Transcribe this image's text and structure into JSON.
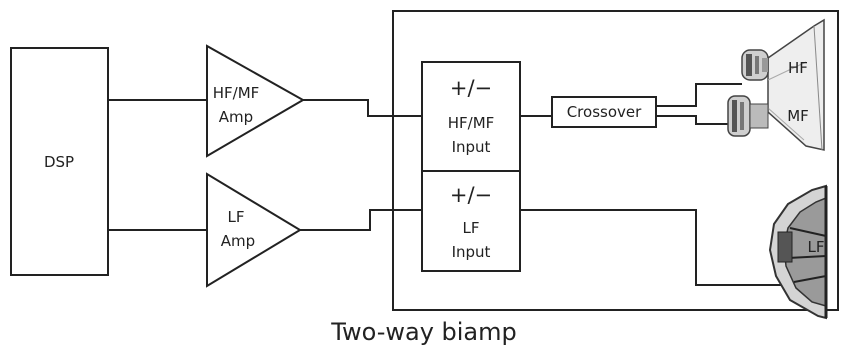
{
  "blocks": {
    "dsp": "DSP",
    "hf_mf_amp_line1": "HF/MF",
    "hf_mf_amp_line2": "Amp",
    "lf_amp_line1": "LF",
    "lf_amp_line2": "Amp",
    "hf_mf_polarity": "+/−",
    "hf_mf_input_line1": "HF/MF",
    "hf_mf_input_line2": "Input",
    "lf_polarity": "+/−",
    "lf_input_line1": "LF",
    "lf_input_line2": "Input",
    "crossover": "Crossover"
  },
  "drivers": {
    "hf": "HF",
    "mf": "MF",
    "lf": "LF"
  },
  "caption": "Two-way biamp",
  "colors": {
    "stroke": "#222222",
    "driver_fill": "#d9d9d9",
    "driver_dark": "#444444"
  }
}
